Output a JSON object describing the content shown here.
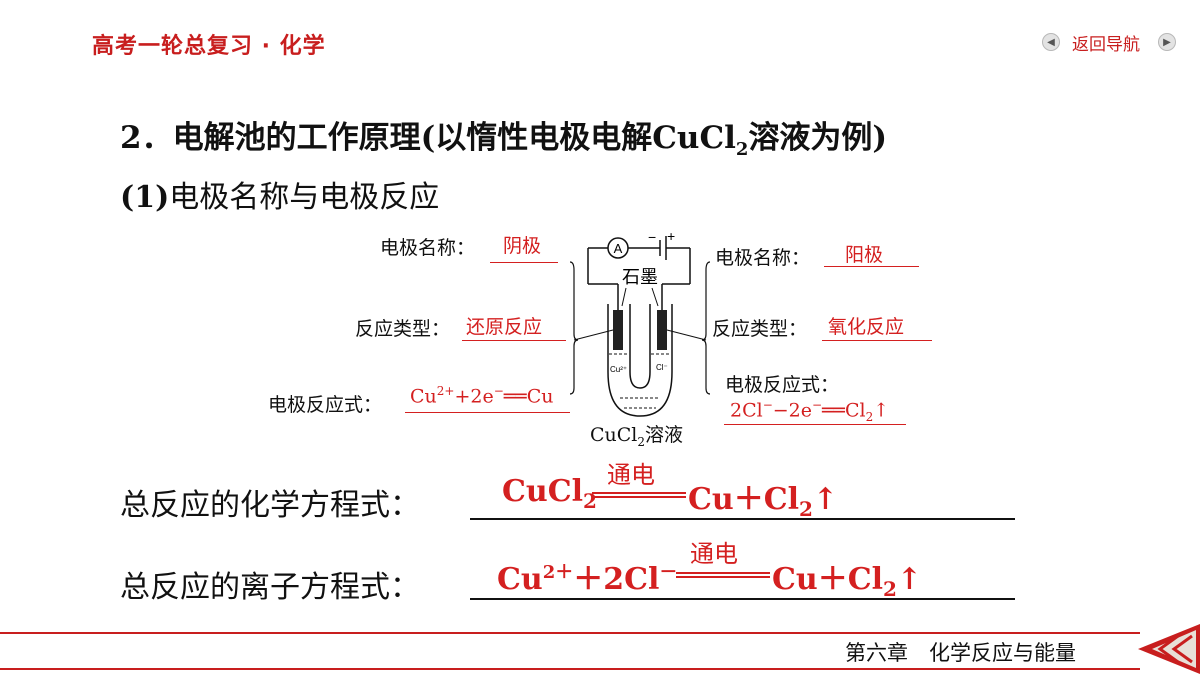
{
  "header": {
    "course_title": "高考一轮总复习 · 化学",
    "nav_back_label": "返回导航"
  },
  "heading": {
    "number": "2．",
    "text_before": "电解池的工作原理(以惰性电极电解CuCl",
    "sub2": "2",
    "text_after": "溶液为例)"
  },
  "subheading": {
    "number": "(1)",
    "text": "电极名称与电极反应"
  },
  "diagram": {
    "left": {
      "name_label": "电极名称：",
      "name_answer": "阴极",
      "type_label": "反应类型：",
      "type_answer": "还原反应",
      "eq_label": "电极反应式：",
      "eq_answer_parts": [
        "Cu",
        "2+",
        "+2e",
        "−",
        "══Cu"
      ]
    },
    "right": {
      "name_label": "电极名称：",
      "name_answer": "阳极",
      "type_label": "反应类型：",
      "type_answer": "氧化反应",
      "eq_label": "电极反应式：",
      "eq_answer_parts": [
        "2Cl",
        "−",
        "−2e",
        "−",
        "══Cl",
        "2",
        "↑"
      ]
    },
    "apparatus": {
      "ammeter": "A",
      "minus": "−",
      "plus": "+",
      "electrode_label": "石墨",
      "solution_label_a": "CuCl",
      "solution_label_sub": "2",
      "solution_label_b": "溶液",
      "ion_left": "Cu²⁺",
      "ion_right": "Cl⁻"
    }
  },
  "equations": {
    "total_chem_label": "总反应的化学方程式：",
    "total_chem_left": "CuCl",
    "total_chem_left_sub": "2",
    "total_chem_condition": "通电",
    "total_chem_right": "Cu＋Cl",
    "total_chem_right_sub": "2",
    "total_chem_arrow": "↑",
    "total_ion_label": "总反应的离子方程式：",
    "total_ion_left1": "Cu",
    "total_ion_left1_sup": "2＋",
    "total_ion_left2": "＋2Cl",
    "total_ion_left2_sup": "－",
    "total_ion_condition": "通电",
    "total_ion_right": "Cu＋Cl",
    "total_ion_right_sub": "2",
    "total_ion_arrow": "↑"
  },
  "footer": {
    "chapter": "第六章　化学反应与能量"
  },
  "colors": {
    "accent_red": "#c81e1e",
    "answer_red": "#d42020"
  }
}
